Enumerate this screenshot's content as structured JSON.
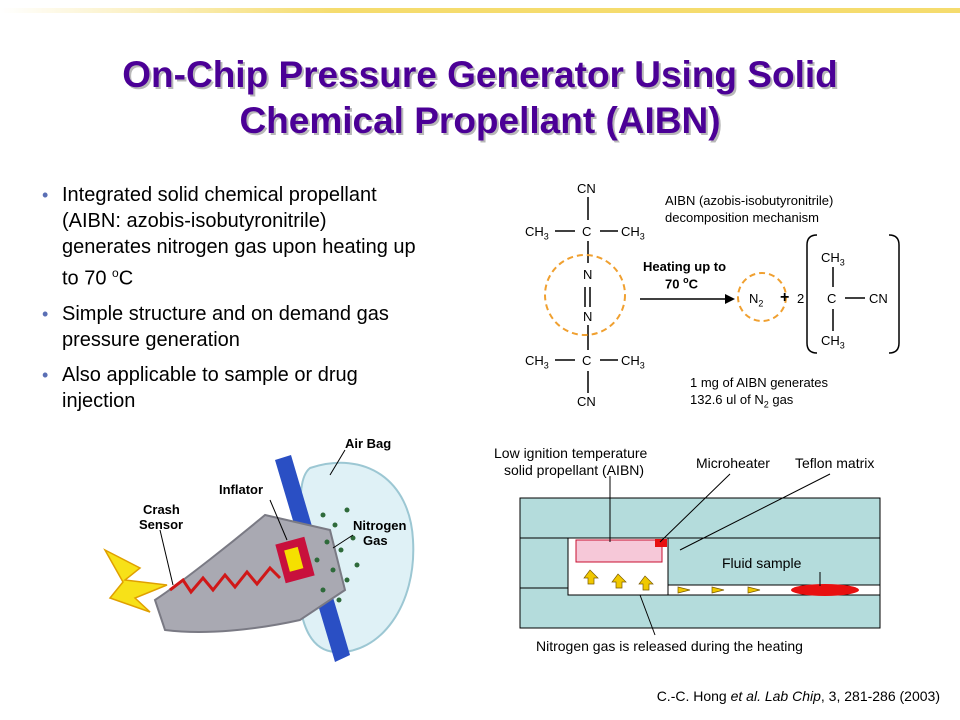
{
  "slide": {
    "title_line1": "On-Chip Pressure Generator Using Solid",
    "title_line2": "Chemical Propellant (AIBN)",
    "bullets": [
      {
        "lines": [
          "Integrated solid chemical propellant",
          "(AIBN: azobis-isobutyronitrile)",
          "generates nitrogen gas upon heating up"
        ],
        "last_pre": "to 70 ",
        "last_sup": "o",
        "last_post": "C"
      },
      {
        "lines": [
          "Simple structure and on demand gas",
          "pressure generation"
        ]
      },
      {
        "lines": [
          "Also applicable to sample or drug",
          "injection"
        ]
      }
    ],
    "bullet_glyph": "•"
  },
  "chemistry": {
    "cn_top": "CN",
    "cn_bottom": "CN",
    "ch3": "CH",
    "sub3": "3",
    "carbon": "C",
    "nitrogen": "N",
    "caption_line1": "AIBN (azobis-isobutyronitrile)",
    "caption_line2": "decomposition mechanism",
    "arrow_label_line1": "Heating up to",
    "arrow_label_pre": "70 ",
    "arrow_label_sup": "o",
    "arrow_label_post": "C",
    "n2": "N",
    "sub2": "2",
    "plus": "+",
    "coef": "2",
    "product_cn": "CN",
    "yield_line1": "1 mg of AIBN generates",
    "yield_line2_pre": "132.6 ul of N",
    "yield_line2_post": " gas"
  },
  "airbag": {
    "label_airbag": "Air Bag",
    "label_inflator": "Inflator",
    "label_crash_line1": "Crash",
    "label_crash_line2": "Sensor",
    "label_gas_line1": "Nitrogen",
    "label_gas_line2": "Gas"
  },
  "chip": {
    "label_propellant_line1": "Low ignition temperature",
    "label_propellant_line2": "solid propellant (AIBN)",
    "label_microheater": "Microheater",
    "label_teflon": "Teflon matrix",
    "label_fluid": "Fluid sample",
    "label_release": "Nitrogen gas is released during the heating"
  },
  "citation": {
    "pre": "C.-C. Hong ",
    "italic": "et al. Lab Chip",
    "post": ", 3, 281-286 (2003)"
  },
  "colors": {
    "title": "#4b0096",
    "bullet_dot": "#5a6fb5",
    "circle": "#f0a030",
    "chip_fill": "#b4dcdc",
    "fluid": "#e81010",
    "topbar": "#f5dc6e"
  }
}
